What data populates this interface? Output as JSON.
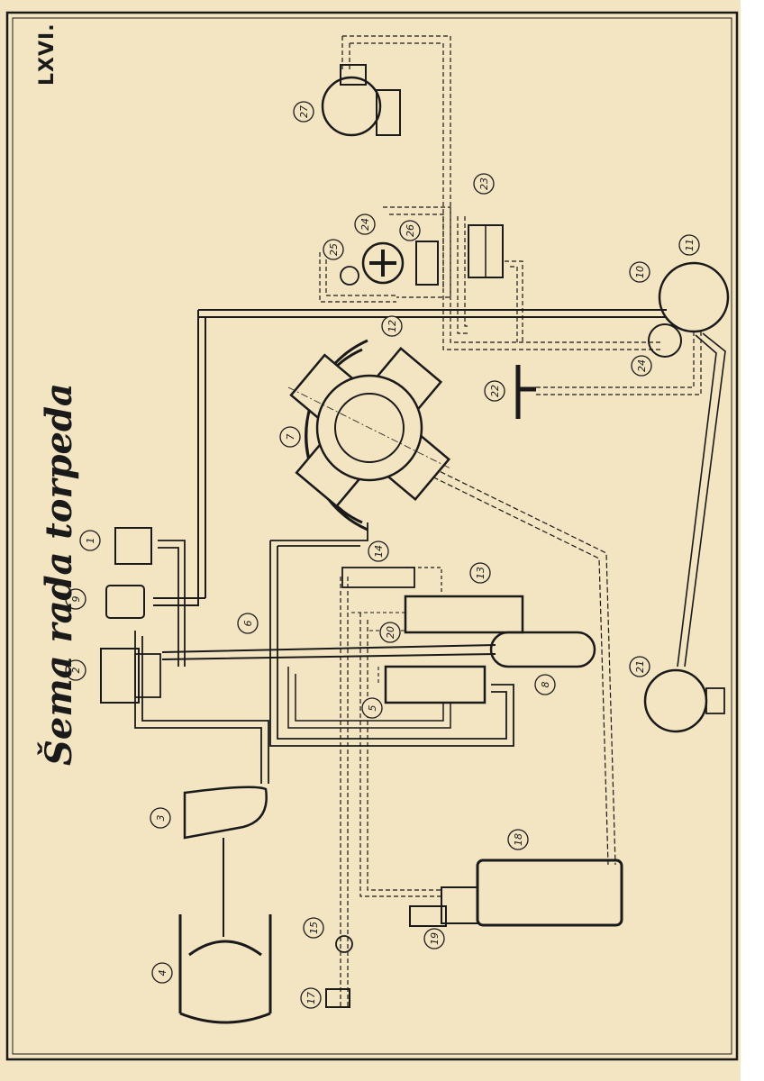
{
  "sheet": {
    "plate_number": "LXVI.",
    "title": "Šema rada torpeda",
    "paper_color": "#f3e4c2",
    "ink_color": "#1a1a1a"
  },
  "components": [
    {
      "id": "1"
    },
    {
      "id": "2"
    },
    {
      "id": "3"
    },
    {
      "id": "4"
    },
    {
      "id": "5"
    },
    {
      "id": "6"
    },
    {
      "id": "7"
    },
    {
      "id": "8"
    },
    {
      "id": "9"
    },
    {
      "id": "10"
    },
    {
      "id": "11"
    },
    {
      "id": "12"
    },
    {
      "id": "13"
    },
    {
      "id": "14"
    },
    {
      "id": "15"
    },
    {
      "id": "17"
    },
    {
      "id": "18"
    },
    {
      "id": "19"
    },
    {
      "id": "20"
    },
    {
      "id": "21"
    },
    {
      "id": "22"
    },
    {
      "id": "23"
    },
    {
      "id": "24"
    },
    {
      "id": "24"
    },
    {
      "id": "25"
    },
    {
      "id": "26"
    },
    {
      "id": "27"
    }
  ]
}
